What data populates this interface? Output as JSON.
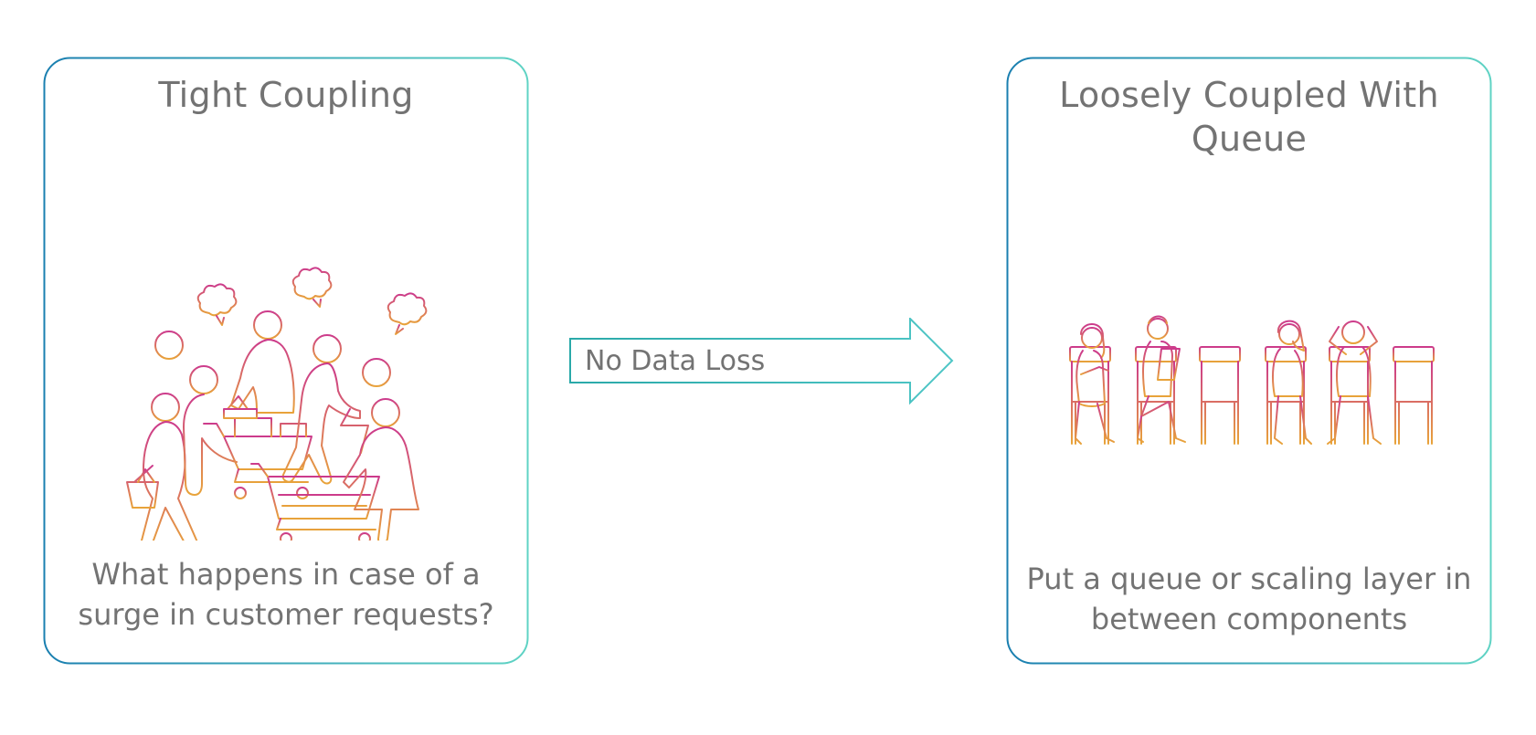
{
  "left_panel": {
    "title": "Tight Coupling",
    "caption": "What happens in case of a surge in customer requests?",
    "illustration_icon": "crowd-with-shopping-carts-icon"
  },
  "right_panel": {
    "title": "Loosely Coupled With Queue",
    "caption": "Put a queue or scaling layer in between components",
    "illustration_icon": "people-waiting-in-chairs-icon"
  },
  "arrow": {
    "label": "No Data Loss"
  },
  "colors": {
    "border_gradient_start": "#1a7fb0",
    "border_gradient_end": "#5fd3c4",
    "illustration_gradient_start": "#cc3a8c",
    "illustration_gradient_end": "#e8a33a",
    "text": "#737373"
  }
}
